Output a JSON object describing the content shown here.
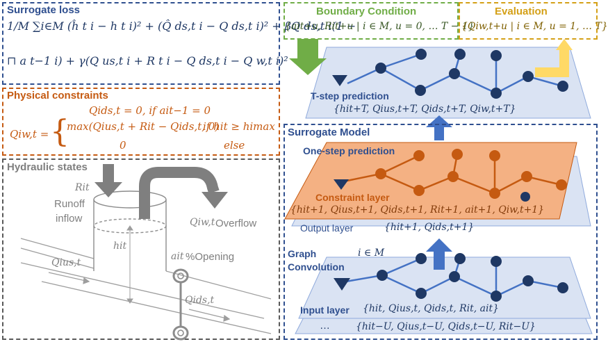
{
  "surrogate_loss": {
    "title": "Surrogate loss",
    "eq_line1": "1/M ∑i∈M (ĥ t i − h t i)² + (Q̂ ds,t i − Q ds,t i)² + βQ ds,t i(1 −",
    "eq_line2": "⊓ a t−1 i) + γ(Q us,t i + R t i − Q ds,t i − Q w,t i)²"
  },
  "physical_constraints": {
    "title": "Physical constraints",
    "eq_line1": "Qids,t = 0, if ait−1 = 0",
    "eq_lhs": "Qiw,t =",
    "eq_case1": "max(Qius,t + Rit − Qids,t, 0)",
    "eq_cond1": "if hit ≥ himax",
    "eq_case2": "0",
    "eq_cond2": "else"
  },
  "hydraulic_states": {
    "title": "Hydraulic states",
    "runoff_var": "Rit",
    "runoff_label": "Runoff",
    "inflow_label": "inflow",
    "overflow_var": "Qiw,t",
    "overflow_label": "Overflow",
    "depth_var": "hit",
    "opening_var": "ait",
    "opening_label": "%Opening",
    "upstream_var": "Qius,t",
    "downstream_var": "Qids,t"
  },
  "boundary_condition": {
    "title": "Boundary Condition",
    "set_text": "{ait+u, Rit+u | i ∈ M, u = 0, … T − 1}"
  },
  "evaluation": {
    "title": "Evaluation",
    "set_text": "{Qiw,t+u | i ∈ M, u = 1, … T}"
  },
  "tstep": {
    "title": "T-step prediction",
    "set_text": "{hit+T, Qius,t+T, Qids,t+T, Qiw,t+T}"
  },
  "surrogate_model": {
    "title": "Surrogate Model",
    "one_step": "One-step prediction",
    "constraint_layer": "Constraint layer",
    "constraint_set": "{hit+1, Qius,t+1, Qids,t+1, Rit+1, ait+1, Qiw,t+1}",
    "output_layer": "Output layer",
    "output_set": "{hit+1, Qids,t+1}",
    "graph_label_1": "Graph",
    "graph_label_2": "Convolution",
    "node_set": "i ∈ M",
    "input_layer": "Input layer",
    "input_set": "{hit, Qius,t, Qids,t, Rit, ait}",
    "ellipsis": "…",
    "history_set": "{hit−U, Qius,t−U, Qids,t−U, Rit−U}"
  },
  "colors": {
    "blue_title": "#2f4f8f",
    "orange_title": "#c55a11",
    "gray_title": "#7f7f7f",
    "green": "#70ad47",
    "gold": "#d4a017",
    "node_blue": "#1f3864",
    "node_orange": "#c55a11",
    "plane_blue": "#dae3f3",
    "plane_orange": "#f4b183"
  }
}
